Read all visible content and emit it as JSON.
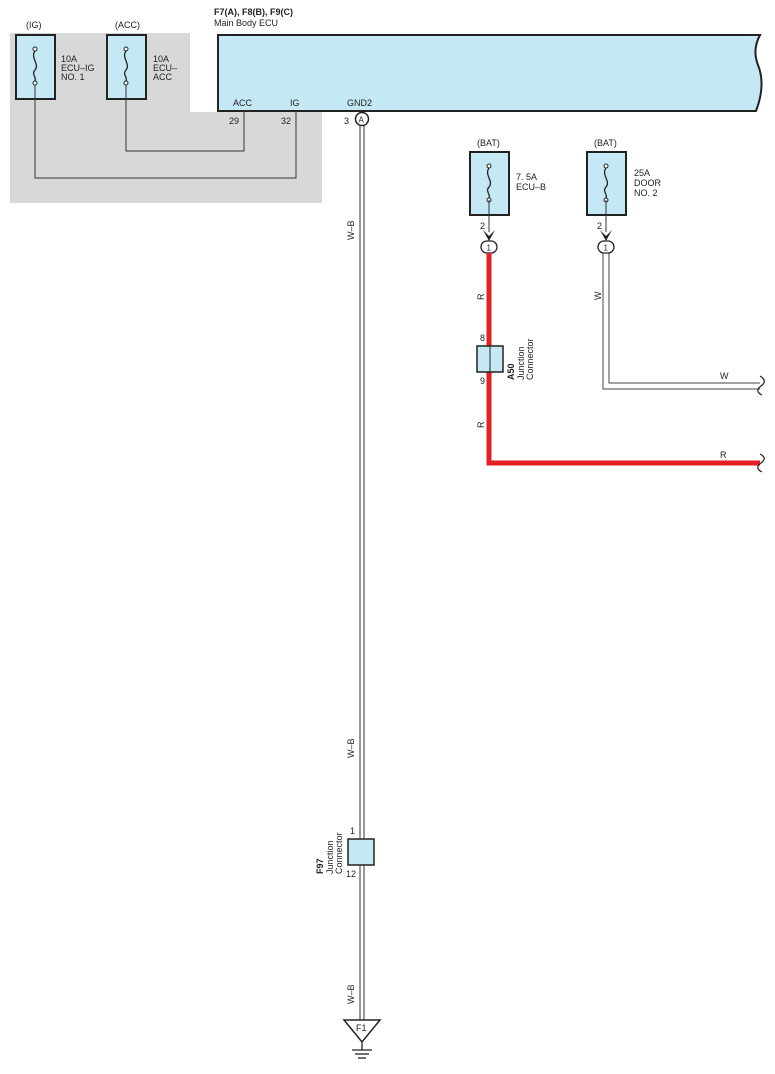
{
  "colors": {
    "ecu_fill": "#c5e8f5",
    "panel_fill": "#d8d8d8",
    "wire_red": "#e31e24",
    "wire_dark": "#333333"
  },
  "ecu": {
    "connectors": "F7(A), F8(B), F9(C)",
    "name": "Main Body ECU",
    "pin_acc": "ACC",
    "pin_ig": "IG",
    "pin_gnd": "GND2",
    "num_acc": "29",
    "num_ig": "32",
    "num_gnd": "3",
    "gnd_conn": "A"
  },
  "fuses": {
    "ig": {
      "source": "(IG)",
      "l1": "10A",
      "l2": "ECU–IG",
      "l3": "NO. 1"
    },
    "acc": {
      "source": "(ACC)",
      "l1": "10A",
      "l2": "ECU–",
      "l3": "ACC"
    },
    "ecub": {
      "source": "(BAT)",
      "l1": "7. 5A",
      "l2": "ECU–B",
      "pin": "2",
      "conn": "1"
    },
    "door": {
      "source": "(BAT)",
      "l1": "25A",
      "l2": "DOOR",
      "l3": "NO. 2",
      "pin": "2",
      "conn": "1"
    }
  },
  "wires": {
    "wb1": "W–B",
    "wb2": "W–B",
    "wb3": "W–B",
    "r1": "R",
    "r2": "R",
    "r3": "R",
    "w1": "W",
    "w2": "W"
  },
  "a50": {
    "code": "A50",
    "l1": "Junction",
    "l2": "Connector",
    "pin_in": "8",
    "pin_out": "9"
  },
  "f97": {
    "code": "F97",
    "l1": "Junction",
    "l2": "Connector",
    "pin_in": "1",
    "pin_out": "12"
  },
  "ground": {
    "label": "F1"
  }
}
